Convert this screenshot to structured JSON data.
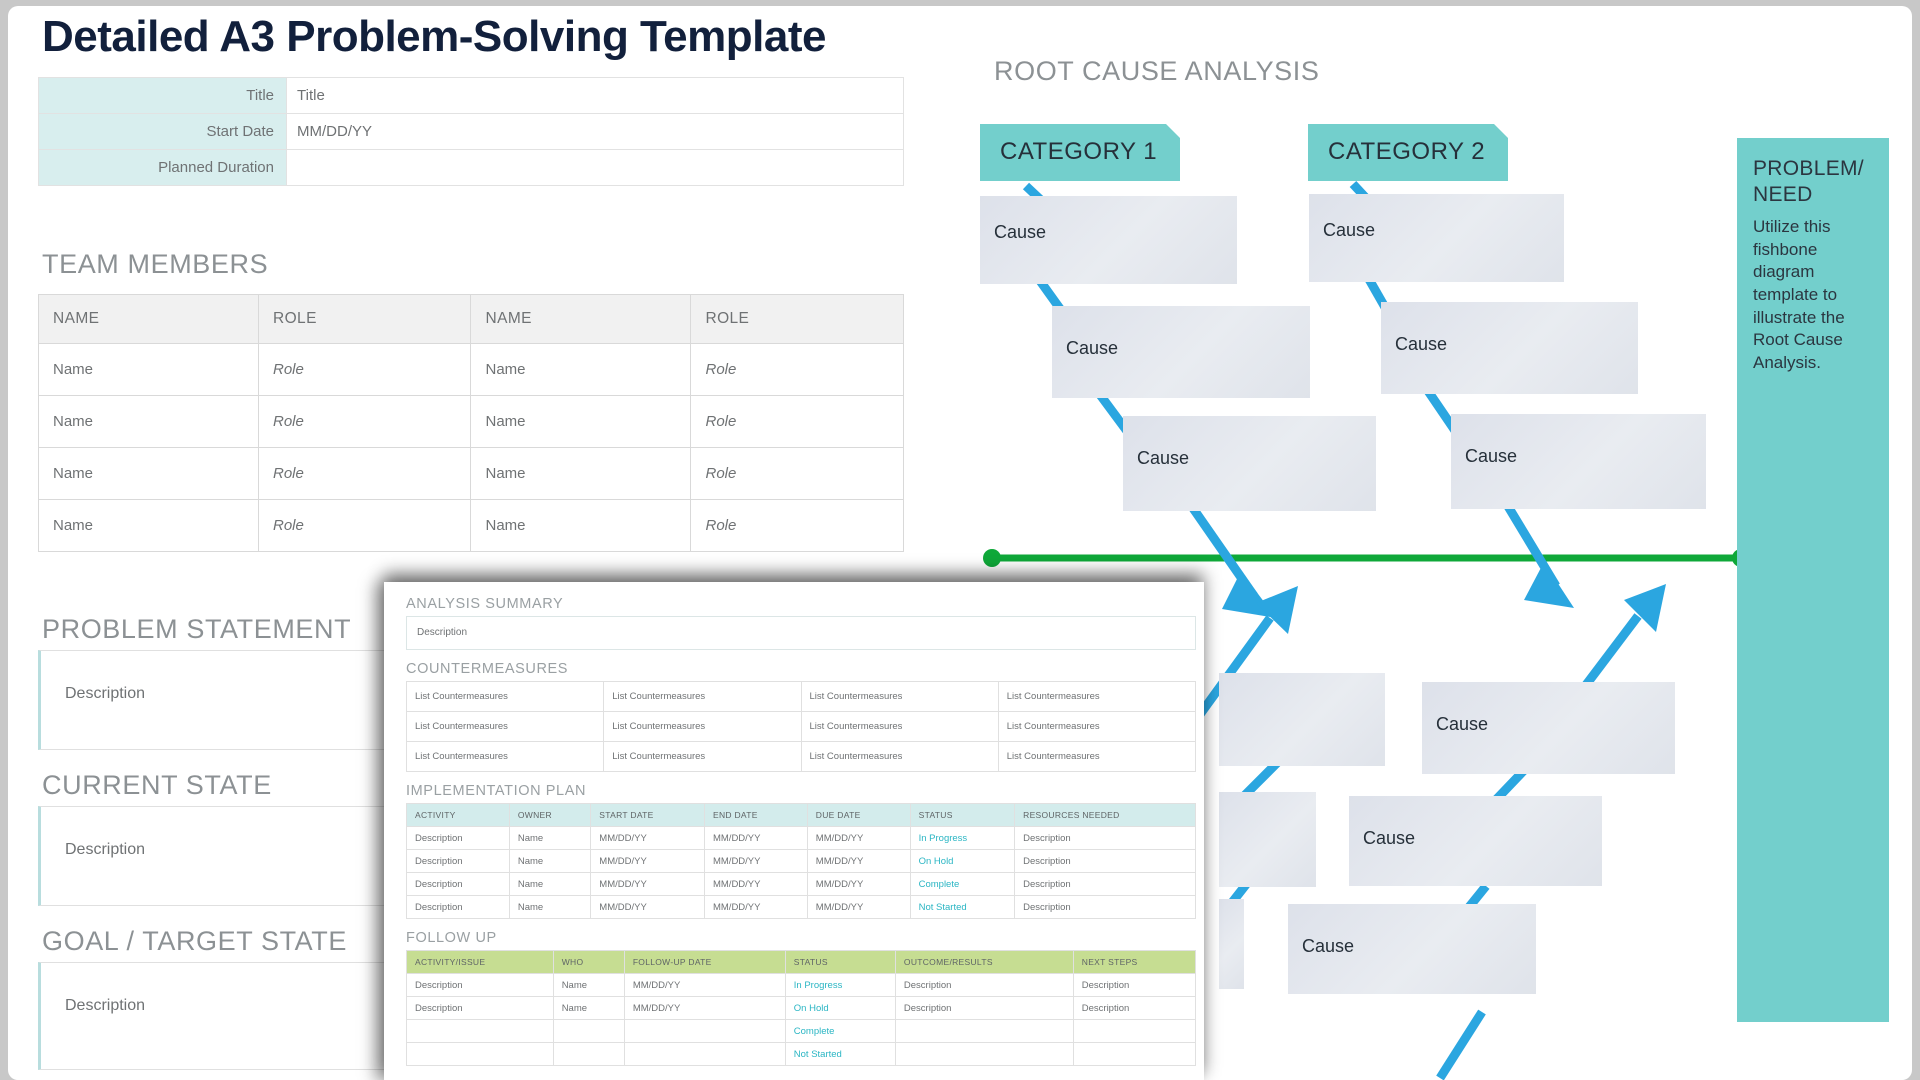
{
  "title": "Detailed A3 Problem-Solving Template",
  "info": {
    "rows": [
      {
        "label": "Title",
        "value": "Title"
      },
      {
        "label": "Start Date",
        "value": "MM/DD/YY"
      },
      {
        "label": "Planned Duration",
        "value": ""
      }
    ]
  },
  "team": {
    "heading": "TEAM MEMBERS",
    "headers": [
      "NAME",
      "ROLE",
      "NAME",
      "ROLE"
    ],
    "rows": [
      [
        "Name",
        "Role",
        "Name",
        "Role"
      ],
      [
        "Name",
        "Role",
        "Name",
        "Role"
      ],
      [
        "Name",
        "Role",
        "Name",
        "Role"
      ],
      [
        "Name",
        "Role",
        "Name",
        "Role"
      ]
    ]
  },
  "sections": [
    {
      "heading": "PROBLEM STATEMENT",
      "placeholder": "Description"
    },
    {
      "heading": "CURRENT STATE",
      "placeholder": "Description"
    },
    {
      "heading": "GOAL / TARGET STATE",
      "placeholder": "Description"
    }
  ],
  "fishbone": {
    "heading": "ROOT CAUSE ANALYSIS",
    "categories": [
      "CATEGORY 1",
      "CATEGORY 2"
    ],
    "cause_label": "Cause",
    "spine_color": "#0fa839",
    "bone_color": "#2ba6e0",
    "category_color": "#73cfcc",
    "box_color": "#dfe3ea"
  },
  "problem_panel": {
    "title": "PROBLEM/ NEED",
    "text": "Utilize this fishbone diagram template to illustrate the Root Cause Analysis."
  },
  "overlay": {
    "analysis": {
      "heading": "ANALYSIS SUMMARY",
      "placeholder": "Description"
    },
    "countermeasures": {
      "heading": "COUNTERMEASURES",
      "cell": "List Countermeasures",
      "rows": 3,
      "cols": 4
    },
    "implementation": {
      "heading": "IMPLEMENTATION PLAN",
      "headers": [
        "ACTIVITY",
        "OWNER",
        "START DATE",
        "END DATE",
        "DUE DATE",
        "STATUS",
        "RESOURCES NEEDED"
      ],
      "rows": [
        [
          "Description",
          "Name",
          "MM/DD/YY",
          "MM/DD/YY",
          "MM/DD/YY",
          "In Progress",
          "Description"
        ],
        [
          "Description",
          "Name",
          "MM/DD/YY",
          "MM/DD/YY",
          "MM/DD/YY",
          "On Hold",
          "Description"
        ],
        [
          "Description",
          "Name",
          "MM/DD/YY",
          "MM/DD/YY",
          "MM/DD/YY",
          "Complete",
          "Description"
        ],
        [
          "Description",
          "Name",
          "MM/DD/YY",
          "MM/DD/YY",
          "MM/DD/YY",
          "Not Started",
          "Description"
        ]
      ]
    },
    "followup": {
      "heading": "FOLLOW UP",
      "headers": [
        "ACTIVITY/ISSUE",
        "WHO",
        "FOLLOW-UP DATE",
        "STATUS",
        "OUTCOME/RESULTS",
        "NEXT STEPS"
      ],
      "rows": [
        [
          "Description",
          "Name",
          "MM/DD/YY",
          "In Progress",
          "Description",
          "Description"
        ],
        [
          "Description",
          "Name",
          "MM/DD/YY",
          "On Hold",
          "Description",
          "Description"
        ],
        [
          "",
          "",
          "",
          "Complete",
          "",
          ""
        ],
        [
          "",
          "",
          "",
          "Not Started",
          "",
          ""
        ]
      ]
    }
  }
}
